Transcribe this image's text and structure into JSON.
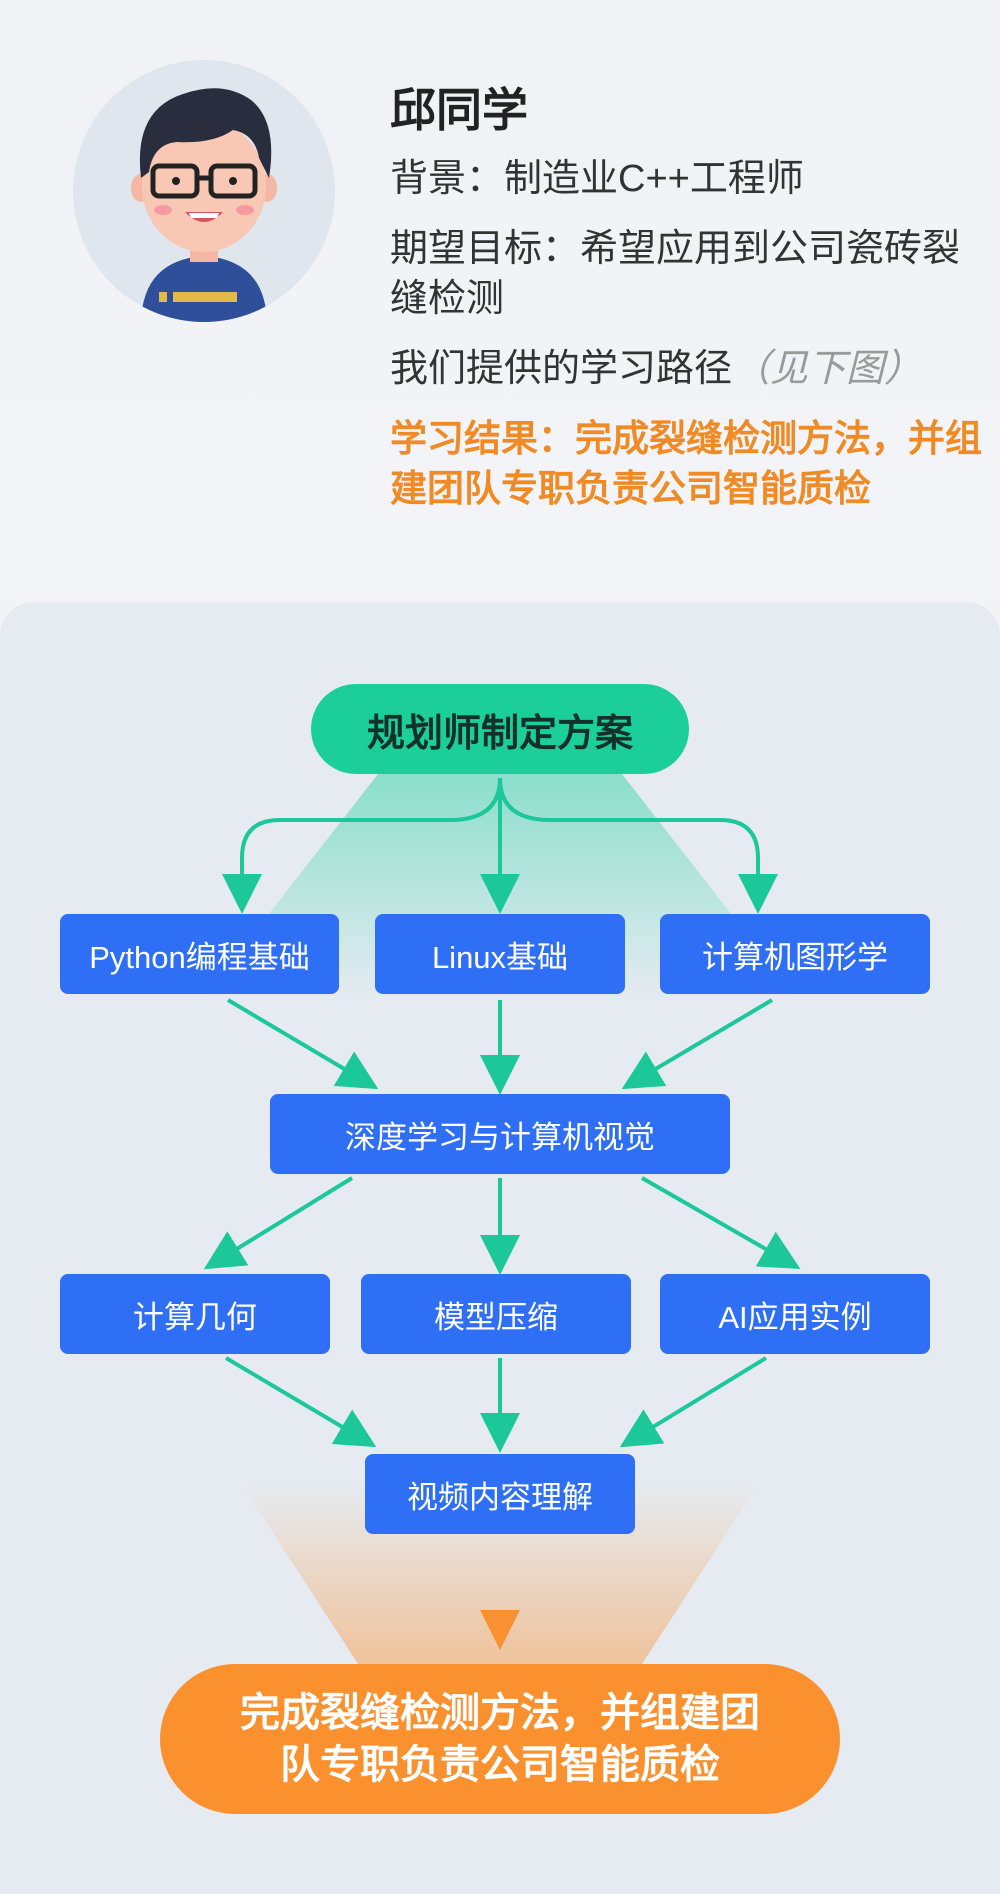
{
  "profile": {
    "name": "邱同学",
    "background": "背景：制造业C++工程师",
    "goal": "期望目标：希望应用到公司瓷砖裂缝检测",
    "path_text": "我们提供的学习路径",
    "path_hint": "（见下图）",
    "result": "学习结果：完成裂缝检测方法，并组建团队专职负责公司智能质检"
  },
  "flow": {
    "start": "规划师制定方案",
    "level1": [
      "Python编程基础",
      "Linux基础",
      "计算机图形学"
    ],
    "level2": "深度学习与计算机视觉",
    "level3": [
      "计算几何",
      "模型压缩",
      "AI应用实例"
    ],
    "level4": "视频内容理解",
    "end": "完成裂缝检测方法，并组建团队专职负责公司智能质检"
  },
  "colors": {
    "node_blue": "#2f6ff5",
    "arrow_green": "#1cc79a",
    "start_green": "#1ccf9a",
    "end_orange": "#fb902e",
    "result_orange": "#f08a24"
  }
}
